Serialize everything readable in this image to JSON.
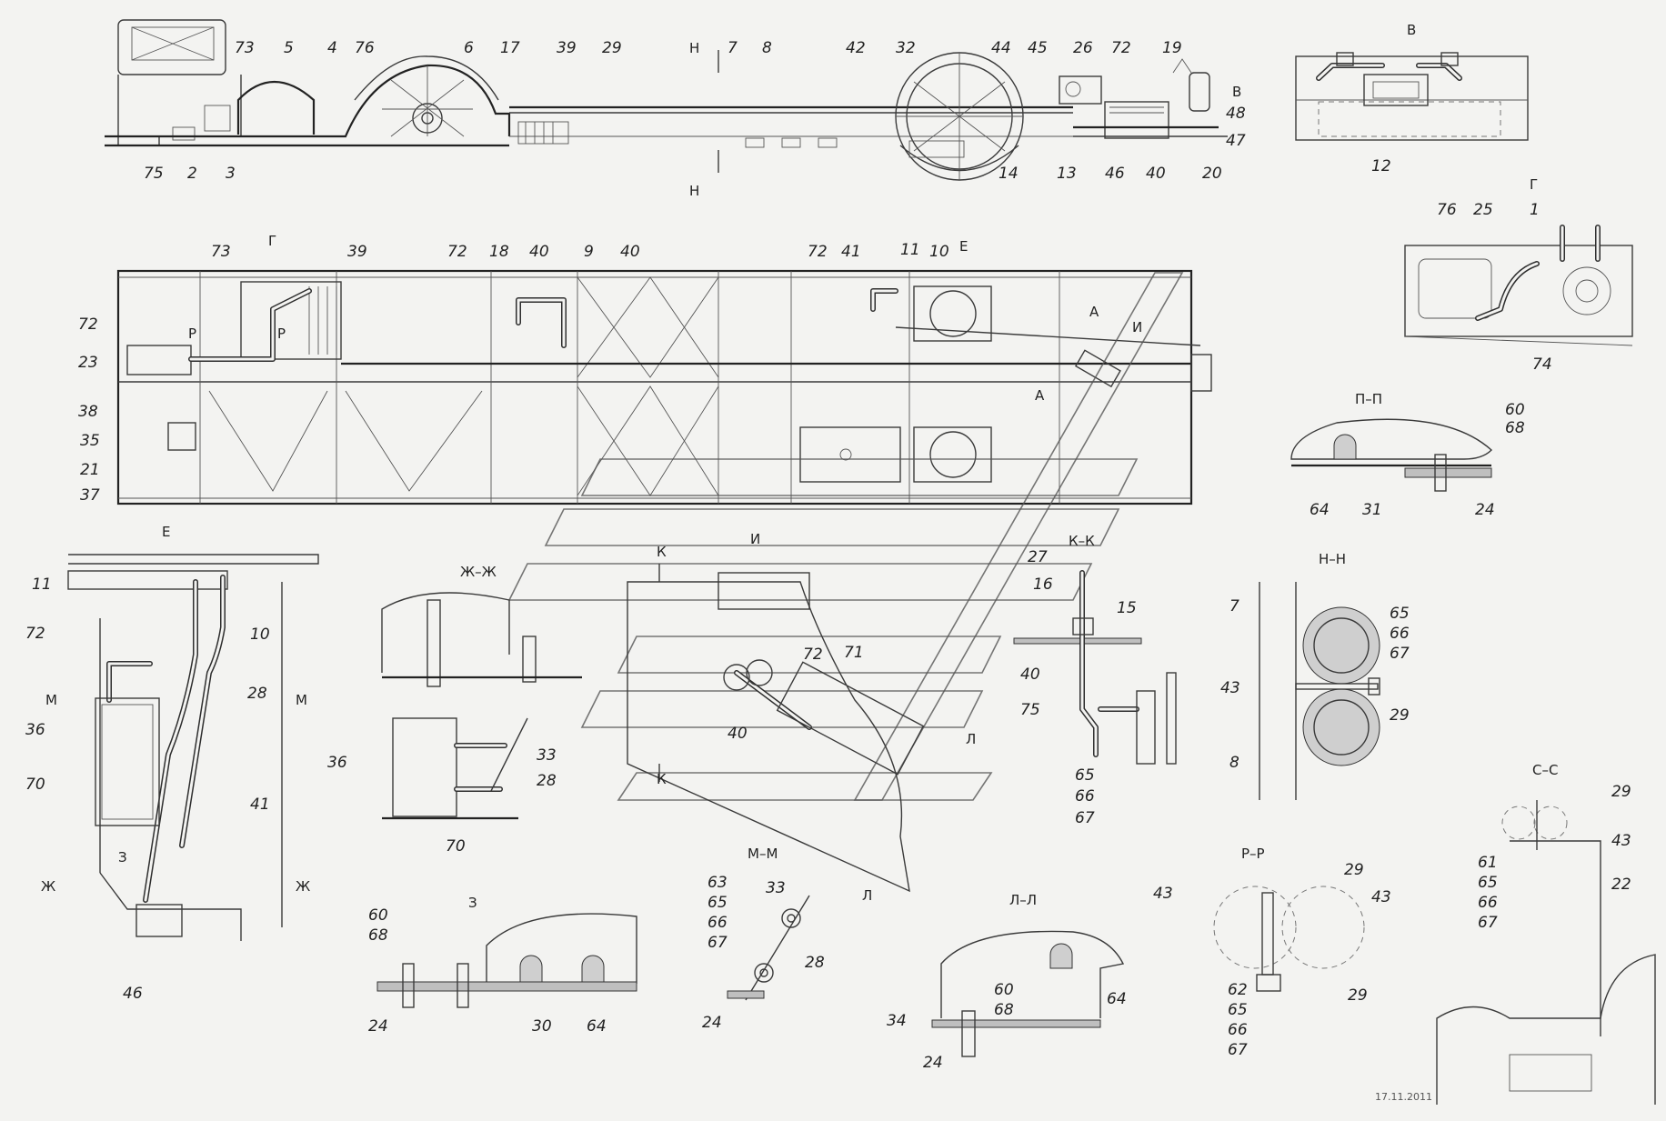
{
  "drawing": {
    "stamp_date": "17.11.2011",
    "views": {
      "side": {
        "title": ""
      },
      "V": {
        "title": "В"
      },
      "G": {
        "title": "Г"
      },
      "E_top": {
        "title": "Е"
      },
      "PP": {
        "title": "П–П"
      },
      "E": {
        "title": "Е"
      },
      "ZhZh": {
        "title": "Ж–Ж"
      },
      "KK": {
        "title": "К–К"
      },
      "NN": {
        "title": "Н–Н"
      },
      "MM": {
        "title": "М–М"
      },
      "RR": {
        "title": "Р–Р"
      },
      "SS": {
        "title": "С–С"
      },
      "Z": {
        "title": "З"
      },
      "LL": {
        "title": "Л–Л"
      }
    },
    "side_callouts_top": [
      "73",
      "5",
      "4",
      "76",
      "6",
      "17",
      "39",
      "29",
      "7",
      "8",
      "42",
      "32",
      "44",
      "45",
      "26",
      "72",
      "19"
    ],
    "side_callouts_bottom": [
      "75",
      "2",
      "3",
      "14",
      "13",
      "46",
      "40",
      "20"
    ],
    "side_callouts_right": [
      "48",
      "47"
    ],
    "side_section_marks": [
      "Н",
      "Н"
    ],
    "side_view_marker": "В",
    "v_callouts": [
      "12"
    ],
    "g_callouts": [
      "76",
      "25",
      "1",
      "74"
    ],
    "plan_callouts_top": [
      "73",
      "39",
      "72",
      "18",
      "40",
      "9",
      "40",
      "72",
      "41",
      "11",
      "10"
    ],
    "plan_callouts_left": [
      "72",
      "23",
      "38",
      "35",
      "21",
      "37"
    ],
    "plan_marks": [
      "Г",
      "Р",
      "Р",
      "А",
      "И",
      "А"
    ],
    "pp_callouts": [
      "60",
      "68",
      "64",
      "31",
      "24"
    ],
    "e_callouts": [
      "11",
      "72",
      "10",
      "28",
      "36",
      "70",
      "41",
      "46"
    ],
    "e_marks": [
      "М",
      "М",
      "Ж",
      "Ж",
      "З"
    ],
    "zhzh_callouts": [
      "36",
      "33",
      "28",
      "70"
    ],
    "k_marks": [
      "К",
      "И",
      "К",
      "Л",
      "Л"
    ],
    "k_callouts": [
      "72",
      "71",
      "40"
    ],
    "kk_callouts": [
      "27",
      "16",
      "15",
      "40",
      "75",
      "65",
      "66",
      "67"
    ],
    "nn_callouts": [
      "7",
      "43",
      "8",
      "65",
      "66",
      "67",
      "29"
    ],
    "mm_callouts": [
      "63",
      "65",
      "66",
      "67",
      "33",
      "28",
      "24"
    ],
    "z_callouts": [
      "60",
      "68",
      "24",
      "30",
      "64"
    ],
    "ll_callouts": [
      "60",
      "68",
      "34",
      "24",
      "64"
    ],
    "rr_callouts": [
      "43",
      "29",
      "43",
      "29",
      "62",
      "65",
      "66",
      "67"
    ],
    "ss_callouts": [
      "29",
      "43",
      "61",
      "65",
      "66",
      "67",
      "22"
    ]
  }
}
